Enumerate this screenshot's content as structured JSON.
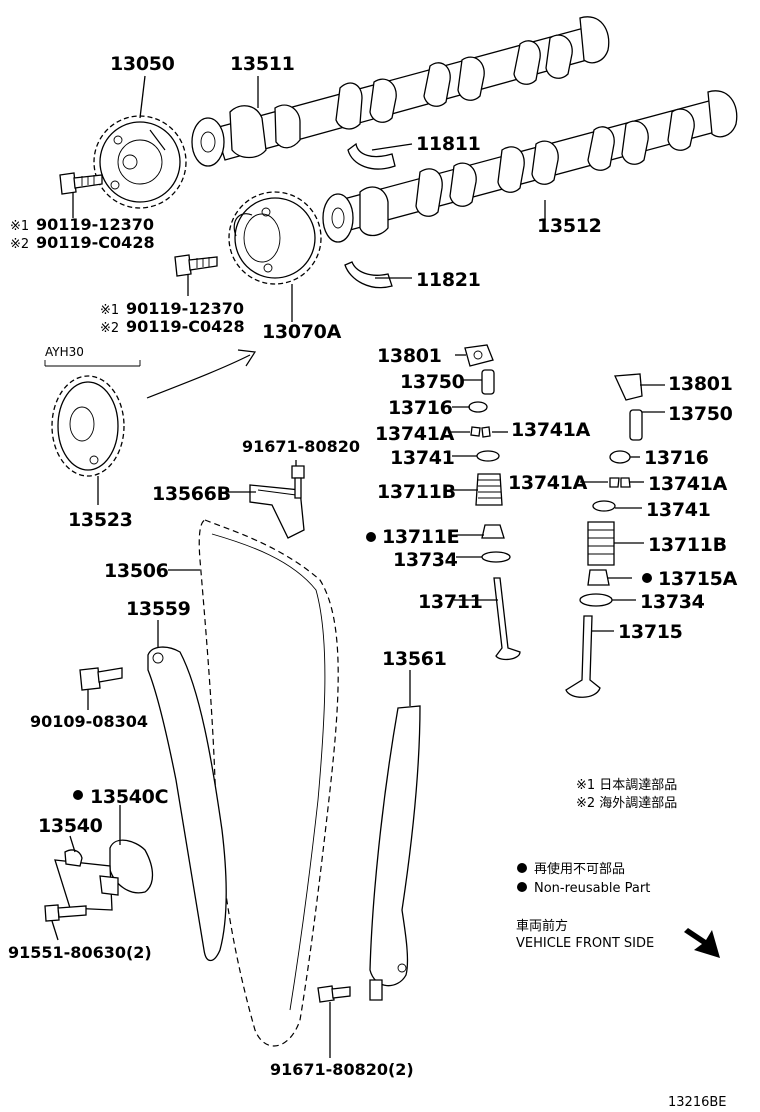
{
  "diagram_code": "13216BE",
  "labels": {
    "sprocket_exhaust": "13050",
    "camshaft_1": "13511",
    "bearing_upper": "11811",
    "camshaft_2": "13512",
    "bearing_lower": "11821",
    "sprocket_intake": "13070A",
    "bolt_a_1": "90119-12370",
    "bolt_a_2": "90119-C0428",
    "bolt_a_mark1": "※1",
    "bolt_a_mark2": "※2",
    "bolt_b_1": "90119-12370",
    "bolt_b_2": "90119-C0428",
    "bolt_b_mark1": "※1",
    "bolt_b_mark2": "※2",
    "model_tag": "AYH30",
    "crank_sprocket": "13523",
    "bolt_91671_top": "91671-80820",
    "damper": "13566B",
    "chain": "13506",
    "slipper": "13559",
    "bolt_slipper": "90109-08304",
    "gasket": "13540C",
    "tensioner": "13540",
    "bolt_tensioner": "91551-80630(2)",
    "bolt_91671_bottom": "91671-80820(2)",
    "guide": "13561",
    "rocker_left": "13801",
    "lash_left": "13750",
    "cap_left": "13716",
    "key_left_a": "13741A",
    "key_left_b": "13741A",
    "retainer_left": "13741",
    "spring_left": "13711B",
    "seal_left": "13711E",
    "seat_left": "13734",
    "valve_left": "13711",
    "rocker_right": "13801",
    "lash_right": "13750",
    "cap_right": "13716",
    "key_right_a": "13741A",
    "key_right_b": "13741A",
    "retainer_right": "13741",
    "spring_right": "13711B",
    "seal_right": "13715A",
    "seat_right": "13734",
    "valve_right": "13715"
  },
  "legend": {
    "note1": "※1 日本調達部品",
    "note2": "※2 海外調達部品",
    "nonreuse_jp": "再使用不可部品",
    "nonreuse_en": "Non-reusable Part",
    "front_jp": "車両前方",
    "front_en": "VEHICLE FRONT SIDE"
  }
}
